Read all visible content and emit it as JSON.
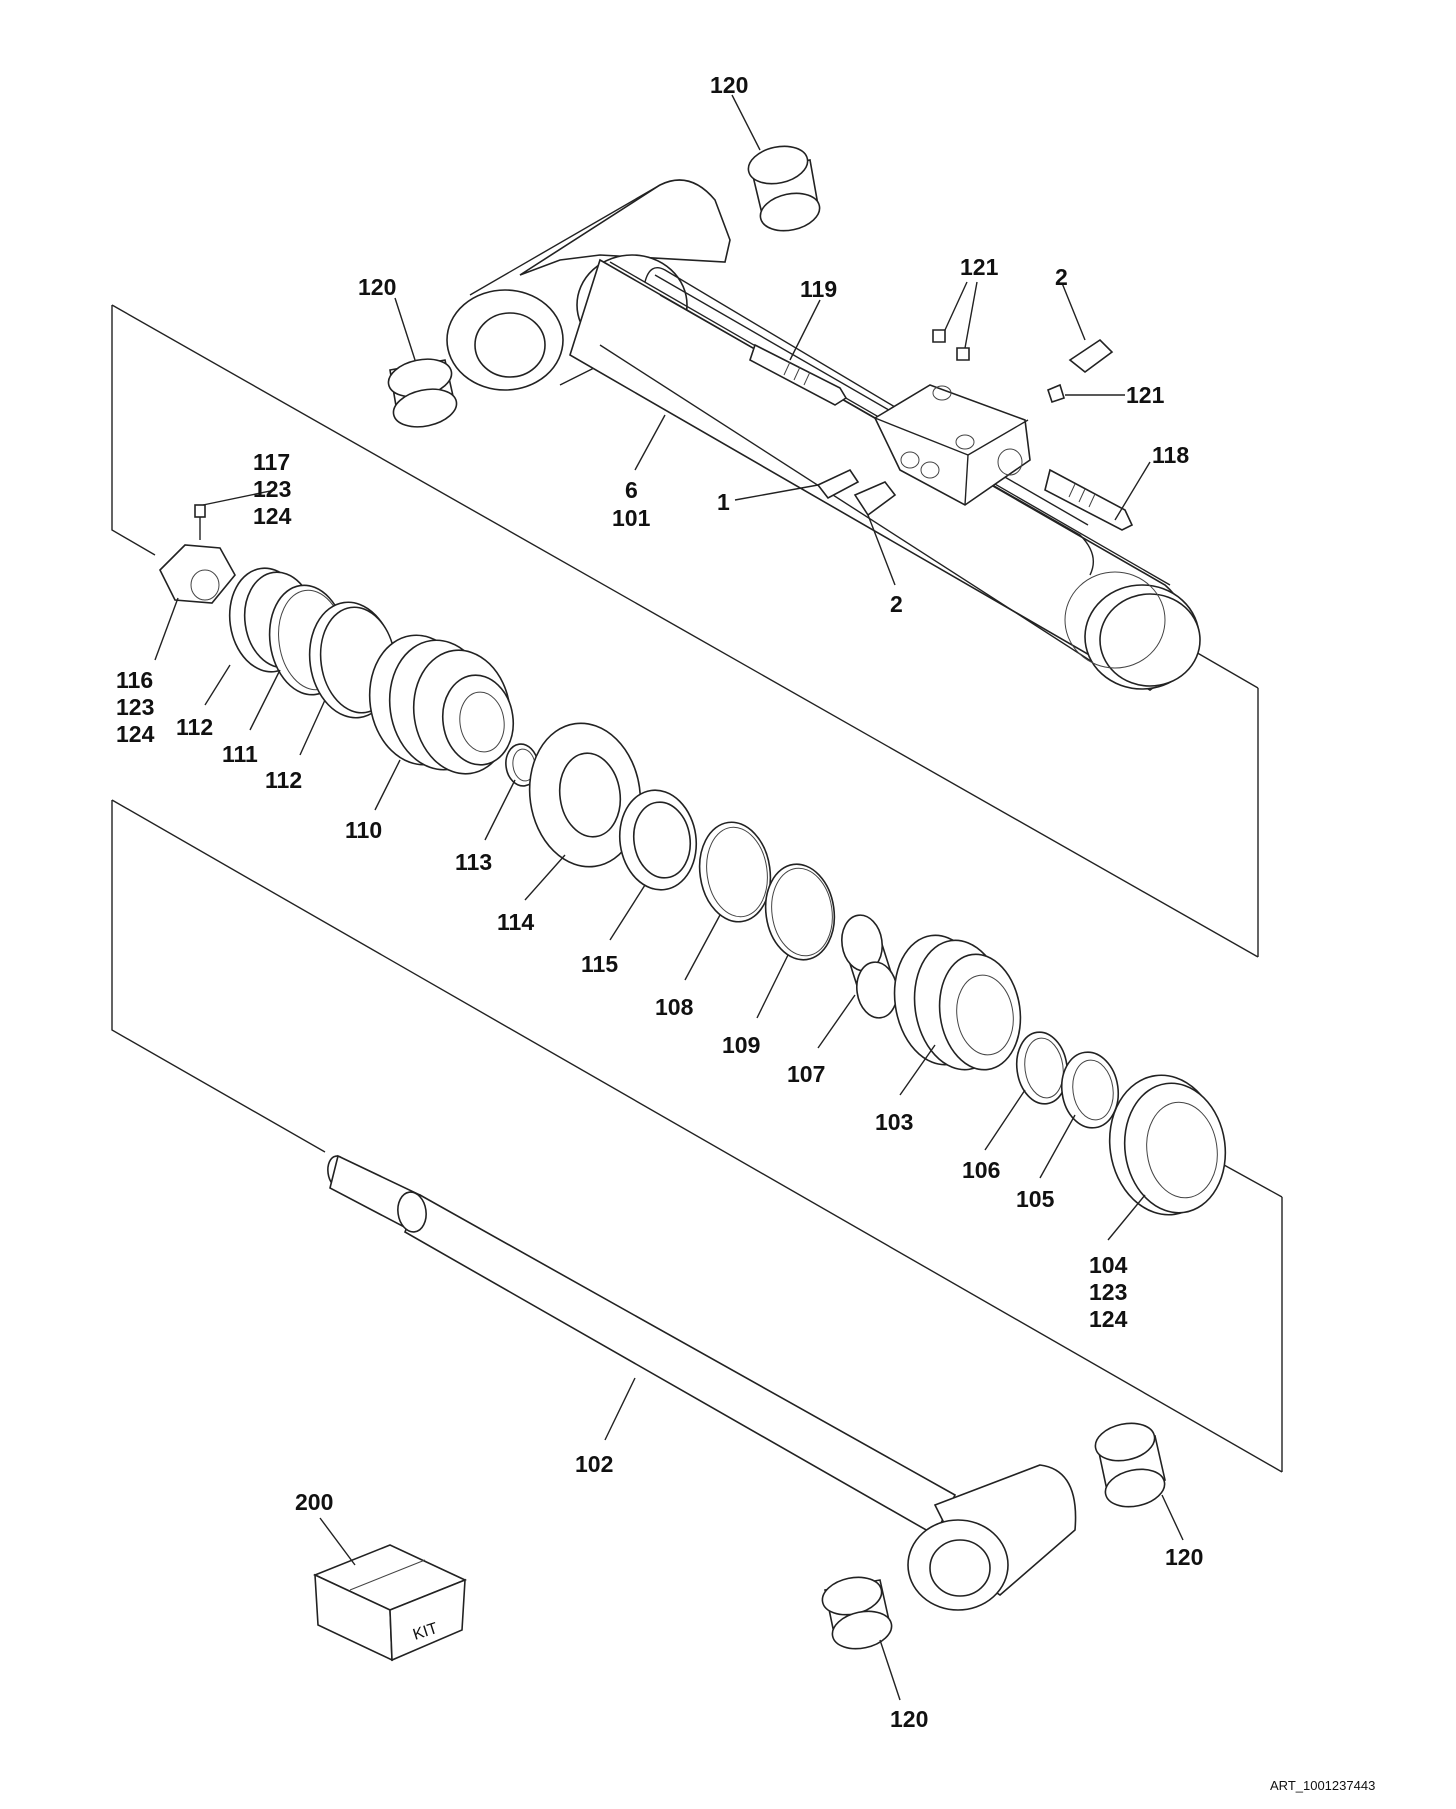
{
  "diagram": {
    "labels": {
      "l120_top": "120",
      "l120_left": "120",
      "l119": "119",
      "l121_top": "121",
      "l2_top": "2",
      "l121_right": "121",
      "l118": "118",
      "l6_101": [
        "6",
        "101"
      ],
      "l1": "1",
      "l2_bottom": "2",
      "l117_123_124": [
        "117",
        "123",
        "124"
      ],
      "l116_123_124": [
        "116",
        "123",
        "124"
      ],
      "l112_a": "112",
      "l111": "111",
      "l112_b": "112",
      "l110": "110",
      "l113": "113",
      "l114": "114",
      "l115": "115",
      "l108": "108",
      "l109": "109",
      "l107": "107",
      "l103": "103",
      "l106": "106",
      "l105": "105",
      "l104_123_124": [
        "104",
        "123",
        "124"
      ],
      "l102": "102",
      "l200": "200",
      "l120_bottom_right": "120",
      "l120_bottom": "120"
    },
    "kit_text": "KIT",
    "art_number": "ART_1001237443"
  }
}
